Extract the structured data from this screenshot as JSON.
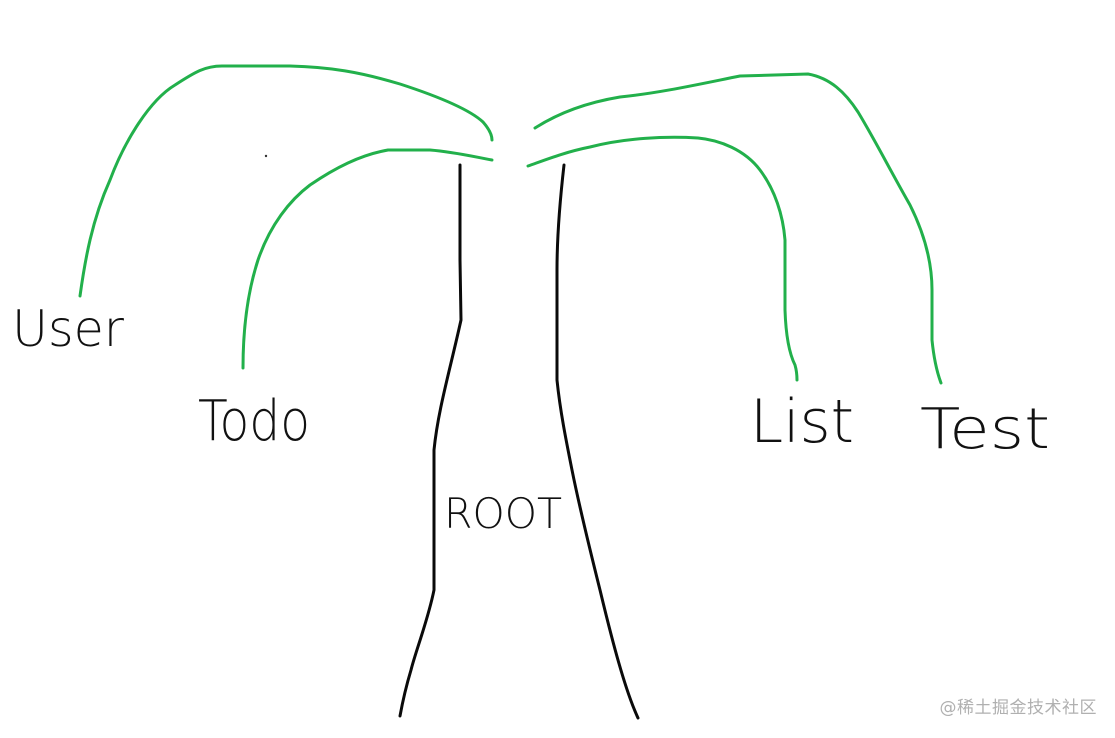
{
  "diagram": {
    "root": {
      "label": "ROOT"
    },
    "branches": [
      {
        "label": "User",
        "side": "left"
      },
      {
        "label": "Todo",
        "side": "left"
      },
      {
        "label": "List",
        "side": "right"
      },
      {
        "label": "Test",
        "side": "right"
      }
    ],
    "colors": {
      "trunk": "#0a0a0a",
      "branch": "#22b04b",
      "text": "#111111"
    }
  },
  "watermark": "@稀土掘金技术社区"
}
